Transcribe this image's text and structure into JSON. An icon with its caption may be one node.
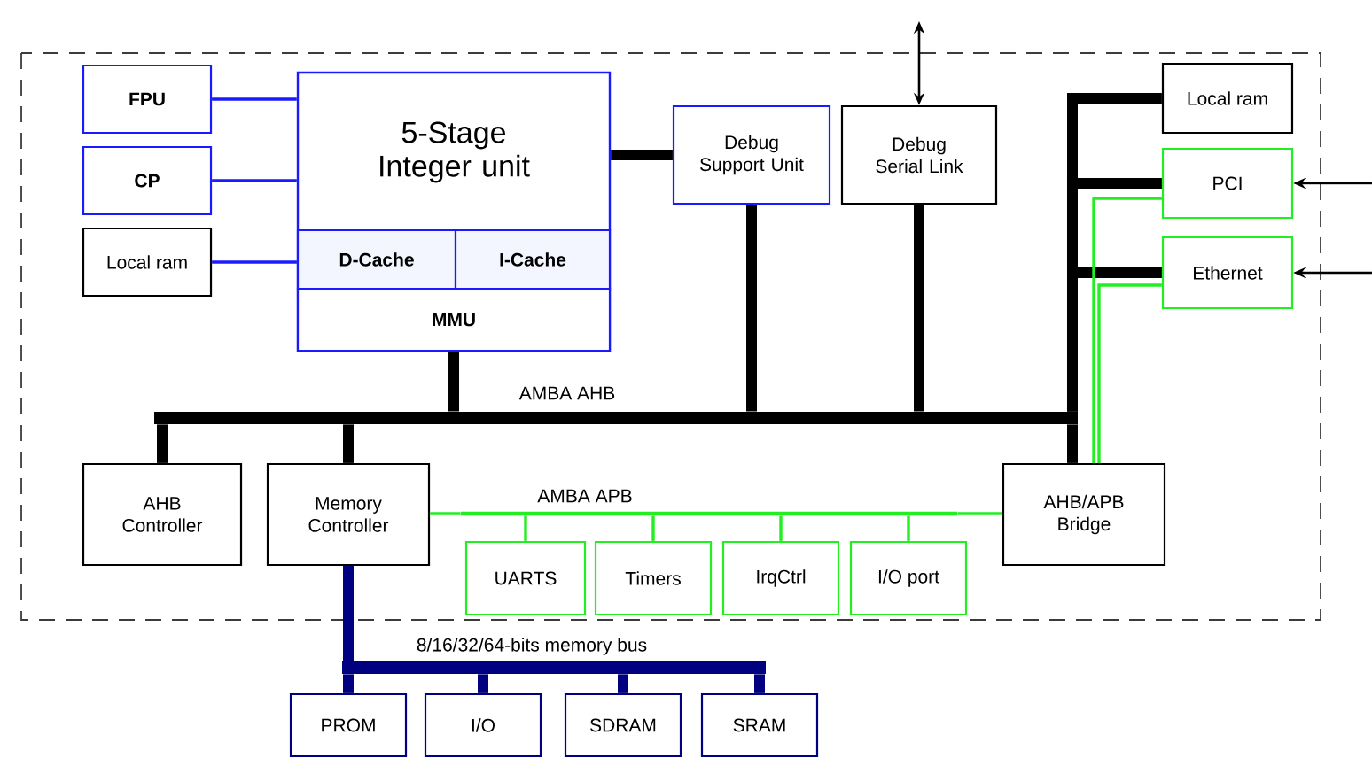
{
  "diagram": {
    "nodes": [
      {
        "text": [
          "FPU"
        ]
      },
      {
        "text": [
          "CP"
        ]
      },
      {
        "text": [
          "Local ram"
        ]
      },
      {
        "text": [
          "5-Stage Integer unit"
        ]
      },
      {
        "text": [
          "D-Cache"
        ],
        "in": 3
      },
      {
        "text": [
          "I-Cache"
        ],
        "in": 3
      },
      {
        "text": [
          "MMU"
        ],
        "in": 3
      },
      {
        "text": [
          "Debug Support Unit"
        ]
      },
      {
        "text": [
          "Debug Serial Link"
        ]
      },
      {
        "text": [
          "Local ram"
        ]
      },
      {
        "text": [
          "PCI"
        ]
      },
      {
        "text": [
          "Ethernet"
        ]
      },
      {
        "text": [
          "AMBA AHB"
        ]
      },
      {
        "text": [
          "AHB Controller"
        ]
      },
      {
        "text": [
          "Memory Controller"
        ]
      },
      {
        "text": [
          "AMBA APB"
        ]
      },
      {
        "text": [
          "AHB/APB Bridge"
        ]
      },
      {
        "text": [
          "UARTS"
        ]
      },
      {
        "text": [
          "Timers"
        ]
      },
      {
        "text": [
          "IrqCtrl"
        ]
      },
      {
        "text": [
          "I/O port"
        ]
      },
      {
        "text": [
          "8/16/32/64-bits memory bus"
        ]
      },
      {
        "text": [
          "PROM"
        ]
      },
      {
        "text": [
          "I/O"
        ]
      },
      {
        "text": [
          "SDRAM"
        ]
      },
      {
        "text": [
          "SRAM"
        ]
      }
    ],
    "edges": [
      {
        "from": 0,
        "to": 3,
        "arrow": "none",
        "color": "#1a1aff"
      },
      {
        "from": 1,
        "to": 3,
        "arrow": "none",
        "color": "#1a1aff"
      },
      {
        "from": 2,
        "to": 4,
        "arrow": "none",
        "color": "#1a1aff"
      },
      {
        "from": 3,
        "to": 7,
        "arrow": "none"
      },
      {
        "from": 6,
        "to": 12,
        "arrow": "none"
      },
      {
        "from": 7,
        "to": 12,
        "arrow": "none"
      },
      {
        "from": null,
        "to": 8,
        "arrow": "both"
      },
      {
        "from": 8,
        "to": 12,
        "arrow": "none"
      },
      {
        "from": 9,
        "to": 12,
        "arrow": "none"
      },
      {
        "from": 10,
        "to": 12,
        "arrow": "none"
      },
      {
        "from": 11,
        "to": 12,
        "arrow": "none"
      },
      {
        "from": null,
        "to": 10,
        "arrow": "to"
      },
      {
        "from": null,
        "to": 11,
        "arrow": "to"
      },
      {
        "from": 10,
        "to": 16,
        "arrow": "none",
        "color": "#22ee22"
      },
      {
        "from": 11,
        "to": 16,
        "arrow": "none",
        "color": "#22ee22"
      },
      {
        "from": 12,
        "to": 16,
        "arrow": "none"
      },
      {
        "from": 12,
        "to": 13,
        "arrow": "none"
      },
      {
        "from": 12,
        "to": 14,
        "arrow": "none"
      },
      {
        "from": 14,
        "to": 15,
        "arrow": "none",
        "color": "#22ee22"
      },
      {
        "from": 15,
        "to": 16,
        "arrow": "none",
        "color": "#22ee22"
      },
      {
        "from": 15,
        "to": 17,
        "arrow": "none",
        "color": "#22ee22"
      },
      {
        "from": 15,
        "to": 18,
        "arrow": "none",
        "color": "#22ee22"
      },
      {
        "from": 15,
        "to": 19,
        "arrow": "none",
        "color": "#22ee22"
      },
      {
        "from": 15,
        "to": 20,
        "arrow": "none",
        "color": "#22ee22"
      },
      {
        "from": 14,
        "to": 21,
        "arrow": "none",
        "color": "#000080"
      },
      {
        "from": 21,
        "to": 22,
        "arrow": "none",
        "color": "#000080"
      },
      {
        "from": 21,
        "to": 23,
        "arrow": "none",
        "color": "#000080"
      },
      {
        "from": 21,
        "to": 24,
        "arrow": "none",
        "color": "#000080"
      },
      {
        "from": 21,
        "to": 25,
        "arrow": "none",
        "color": "#000080"
      }
    ]
  }
}
